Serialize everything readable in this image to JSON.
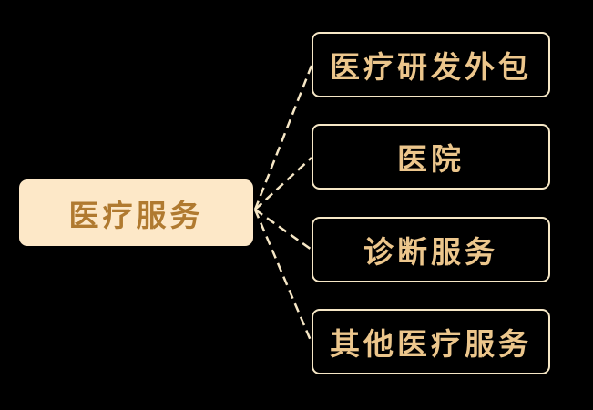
{
  "root": {
    "label": "医疗服务"
  },
  "children": [
    {
      "label": "医疗研发外包"
    },
    {
      "label": "医院"
    },
    {
      "label": "诊断服务"
    },
    {
      "label": "其他医疗服务"
    }
  ],
  "colors": {
    "background": "#000000",
    "root_fill": "#fde8c8",
    "root_text": "#b07a30",
    "child_border": "#f6e7c6",
    "child_text": "#ecc68c",
    "connector": "#f6e7c6"
  }
}
